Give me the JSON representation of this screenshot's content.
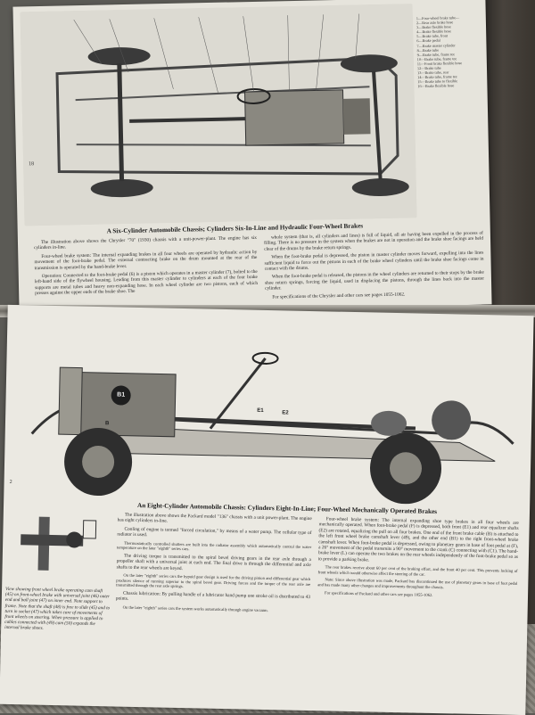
{
  "top_page": {
    "figure_number": "18",
    "title": "A Six-Cylinder Automobile Chassis; Cylinders Six-In-Line and Hydraulic Four-Wheel Brakes",
    "legend": [
      "1—Four-wheel brake tube—",
      "2—Rear axle brake hose",
      "3—Brake flexible hose",
      "4—Brake flexible hose",
      "5—Brake tube, front",
      "6—Brake pedal",
      "7—Brake master cylinder",
      "8—Brake tube",
      "9—Brake tube, frame tee",
      "10—Brake tube, frame tee",
      "11—Front brake flexible hose",
      "12—Brake tube",
      "13—Brake tube, rear",
      "14—Brake tube, frame tee",
      "15—Brake tube to flexible",
      "16—Brake flexible hose"
    ],
    "col1": [
      "The illustration above shows the Chrysler \"70\" (1930) chassis with a unit-power-plant. The engine has six cylinders in-line.",
      "Four-wheel brake system: The internal expanding brakes in all four wheels are operated by hydraulic action by movement of the foot-brake pedal. The external contracting brake on the drum mounted at the rear of the transmission is operated by the hand-brake lever.",
      "Operation: Connected to the foot-brake pedal (6) is a piston which operates in a master cylinder (7), bolted to the left-hand side of the flywheel housing. Leading from this master cylinder to cylinders at each of the four brake supports are metal tubes and heavy non-expanding hose. In each wheel cylinder are two pistons, each of which presses against the upper ends of the brake shoe. The"
    ],
    "col2": [
      "whole system (that is, all cylinders and lines) is full of liquid, all air having been expelled in the process of filling. There is no pressure in the system when the brakes are not in operation and the brake shoe facings are held clear of the drums by the brake return springs.",
      "When the foot-brake pedal is depressed, the piston in master cylinder moves forward, expelling into the lines sufficient liquid to force out the pistons in each of the brake wheel cylinders until the brake shoe facings come in contact with the drums.",
      "When the foot-brake pedal is released, the pistons in the wheel cylinders are returned to their stops by the brake shoe return springs, forcing the liquid, used in displacing the pistons, through the lines back into the master cylinder.",
      "For specifications of the Chrysler and other cars see pages 1055-1062."
    ]
  },
  "bottom_page": {
    "figure_number": "2",
    "callouts": [
      "B1",
      "B",
      "E1",
      "E2"
    ],
    "title": "An Eight-Cylinder Automobile Chassis: Cylinders Eight-In-Line; Four-Wheel Mechanically Operated Brakes",
    "side_caption": "View showing front wheel brake operating cam shaft (45) on front-wheel brake with universal joint (46) outer end and ball joint (47) on inner end. Note support to frame. Note that the shaft (48) is free to slide (45) and to turn in socket (47) which takes care of movements of front wheels on steering. When pressure is applied to cables connected with (49) cam (50) expands the internal brake shoes.",
    "col1": [
      "The illustration above shows the Packard model \"136\" chassis with a unit power-plant. The engine has eight cylinders in-line.",
      "Cooling of engine is termed \"forced circulation,\" by means of a water pump. The cellular type of radiator is used.",
      "Thermostatically controlled shutters are built into the radiator assembly which automatically control the water temperature on the later \"eighth\" series cars.",
      "The driving torque is transmitted to the spiral bevel driving gears in the rear axle through a propeller shaft with a universal joint at each end. The final drive is through the differential and axle shafts to the rear wheels are keyed.",
      "On the later \"eighth\" series cars the hypoid gear design is used for the driving pinion and differential gear which produces silence of running superior to the spiral bevel gear. Driving forces and the torque of the rear axle are transmitted through the rear axle springs.",
      "Chassis lubrication: By pulling handle of a lubricator hand pump one stroke oil is distributed to 43 points.",
      "On the later \"eighth\" series cars the system works automatically through engine vacuum."
    ],
    "col2": [
      "Four-wheel brake system: The internal expanding shoe type brakes in all four wheels are mechanically operated. When foot-brake pedal (F) is depressed, both front (E1) and rear equalizer shafts (E2) are rotated, equalizing the pull on all four brakes. One end of the front brake cable (B) is attached to the left front wheel brake camshaft lever (49), and the other end (B1) to the right front-wheel brake camshaft lever. When foot-brake pedal is depressed, owing to planetary gears in base of foot pedal at (F), a 26° movement of the pedal transmits a 90° movement to the crank (C) connecting with (C1). The hand-brake lever (L) can operate the two brakes on the rear wheels independently of the foot-brake pedal so as to provide a parking brake.",
      "The rear brakes receive about 60 per cent of the braking effort, and the front 40 per cent. This prevents locking of front wheels which would otherwise affect the steering of the car.",
      "Note: Since above illustration was made, Packard has discontinued the use of planetary gears in base of foot pedal and has made many other changes and improvements throughout the chassis.",
      "For specifications of Packard and other cars see pages 1055-1062."
    ]
  }
}
